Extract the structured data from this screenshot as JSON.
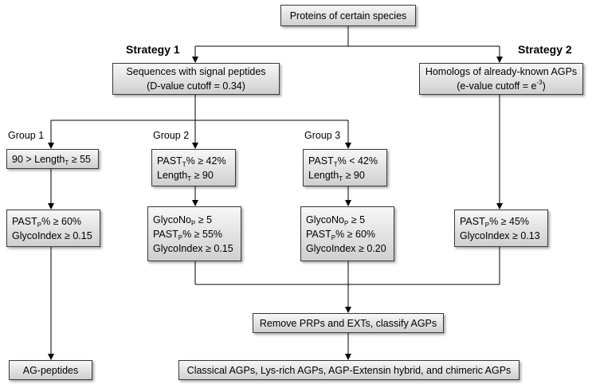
{
  "labels": {
    "strategy1": "Strategy 1",
    "strategy2": "Strategy 2",
    "group1": "Group 1",
    "group2": "Group 2",
    "group3": "Group 3"
  },
  "boxes": {
    "proteins": [
      "Proteins of certain species"
    ],
    "signal_peptides": [
      "Sequences with signal peptides",
      "(D-value cutoff = 0.34)"
    ],
    "homologs": [
      "Homologs of already-known AGPs",
      "(e-value cutoff = e{^-3})"
    ],
    "g1_filter": [
      "90 > Length{_T} ≥ 55"
    ],
    "g2_filter": [
      "PAST{_T}% ≥ 42%",
      "Length{_T} ≥ 90"
    ],
    "g3_filter": [
      "PAST{_T}% < 42%",
      "Length{_T} ≥ 90"
    ],
    "g1_criteria": [
      "PAST{_P}% ≥ 60%",
      "GlycoIndex ≥ 0.15"
    ],
    "g2_criteria": [
      "GlycoNo{_P} ≥ 5",
      "PAST{_P}% ≥ 55%",
      "GlycoIndex ≥ 0.15"
    ],
    "g3_criteria": [
      "GlycoNo{_P} ≥ 5",
      "PAST{_P}% ≥ 60%",
      "GlycoIndex ≥ 0.20"
    ],
    "s2_criteria": [
      "PAST{_P}% ≥ 45%",
      "GlycoIndex ≥ 0.13"
    ],
    "remove": [
      "Remove PRPs and EXTs, classify AGPs"
    ],
    "ag_peptides": [
      "AG-peptides"
    ],
    "classes": [
      "Classical AGPs, Lys-rich AGPs, AGP-Extensin hybrid, and chimeric AGPs"
    ]
  }
}
